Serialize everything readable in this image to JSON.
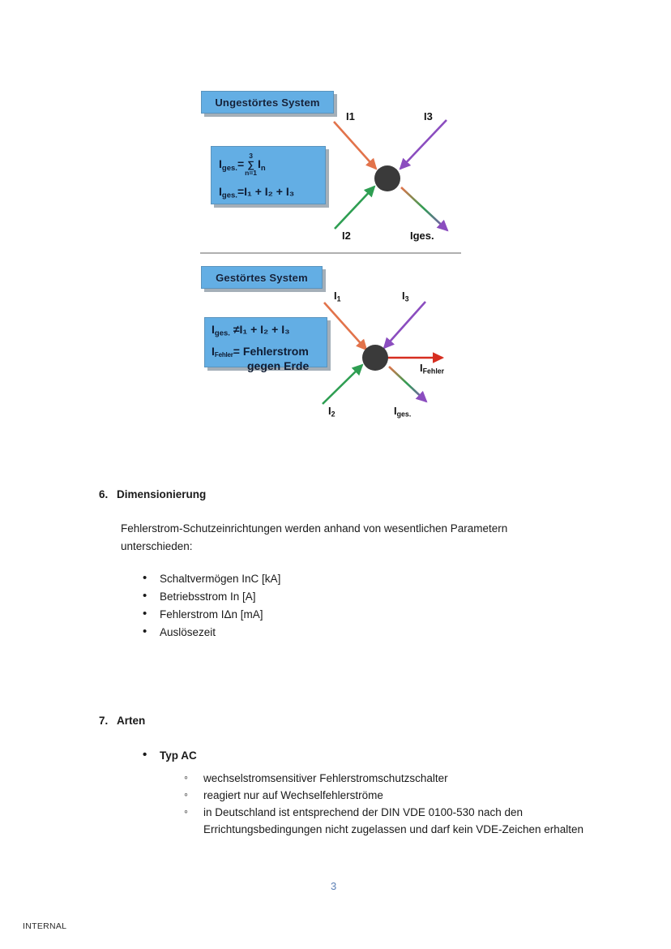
{
  "document": {
    "page_number": "3",
    "classification_footer": "INTERNAL"
  },
  "figure": {
    "top_diagram": {
      "system_label": "Ungestörtes System",
      "formula_line1_prefix": "I",
      "formula_line1_sub": "ges.",
      "formula_line1_eq": "=",
      "sum_upper": "3",
      "sum_symbol": "∑",
      "sum_lower": "n=1",
      "sum_operand": "I",
      "sum_operand_sub": "n",
      "formula_line2": "I",
      "formula_line2_sub": "ges.",
      "formula_line2_rest_eq": "=",
      "formula_line2_terms": "I₁ + I₂ + I₃",
      "labels": {
        "i1": "I1",
        "i3": "I3",
        "i2": "I2",
        "iges": "Iges."
      }
    },
    "bottom_diagram": {
      "system_label": "Gestörtes System",
      "formula_line1_prefix": "I",
      "formula_line1_sub": "ges.",
      "formula_line1_neq": "≠",
      "formula_line1_terms": "I₁ + I₂ + I₃",
      "formula_line2_prefix": "I",
      "formula_line2_sub": "Fehler",
      "formula_line2_eq": "=",
      "formula_line2_text": "Fehlerstrom",
      "formula_line3_text": "gegen Erde",
      "labels": {
        "i1": "I",
        "i1_sub": "1",
        "i3": "I",
        "i3_sub": "3",
        "i2": "I",
        "i2_sub": "2",
        "iges": "I",
        "iges_sub": "ges.",
        "ifehler": "I",
        "ifehler_sub": "Fehler"
      }
    },
    "colors": {
      "box_blue": "#63AEE4",
      "arrow_orange": "#E2734B",
      "arrow_purple": "#8B4DBF",
      "arrow_green": "#2E9E52",
      "arrow_red": "#D62E20",
      "node_dark": "#3A3A3A"
    }
  },
  "sections": [
    {
      "number": "6.",
      "title": "Dimensionierung",
      "paragraph": "Fehlerstrom-Schutzeinrichtungen werden anhand von wesentlichen Parametern unterschieden:",
      "bullets": [
        "Schaltvermögen InC [kA]",
        "Betriebsstrom In [A]",
        "Fehlerstrom IΔn [mA]",
        "Auslösezeit"
      ]
    },
    {
      "number": "7.",
      "title": "Arten",
      "bullet_title": "Typ AC",
      "sub_bullets": [
        "wechselstromsensitiver Fehlerstromschutzschalter",
        "reagiert nur auf Wechselfehlerströme",
        "in Deutschland ist entsprechend der DIN VDE 0100-530 nach den Errichtungsbedingungen nicht zugelassen und darf kein VDE-Zeichen erhalten"
      ]
    }
  ]
}
